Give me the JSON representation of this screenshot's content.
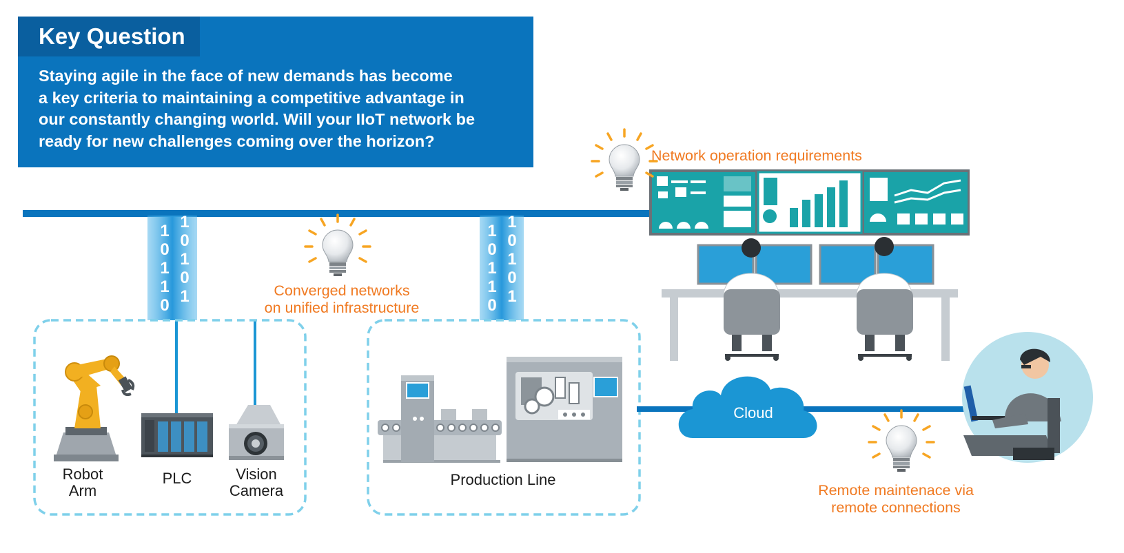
{
  "key_question": {
    "title": "Key Question",
    "body_lines": [
      "Staying agile in the face of new demands has become",
      "a key criteria to maintaining a competitive advantage in",
      "our constantly changing world. Will your IIoT network be",
      "ready for new challenges coming over the horizon?"
    ]
  },
  "callouts": {
    "network_ops": "Network operation requirements",
    "converged": [
      "Converged networks",
      "on unified infrastructure"
    ],
    "remote": [
      "Remote maintenace via",
      "remote connections"
    ]
  },
  "devices": {
    "robot": [
      "Robot",
      "Arm"
    ],
    "plc": "PLC",
    "camera": [
      "Vision",
      "Camera"
    ],
    "production_line": "Production Line",
    "cloud": "Cloud"
  },
  "binary": {
    "col_a": [
      "1",
      "0",
      "1",
      "1",
      "0"
    ],
    "col_b": [
      "1",
      "0",
      "1",
      "0",
      "1"
    ]
  },
  "colors": {
    "primary_blue": "#0a74bd",
    "network_line": "#0a74bd",
    "accent_orange": "#f07a22",
    "cloud_blue": "#1b96d4",
    "teal_screen": "#1aa3a8",
    "dash_border": "#7fd0ea"
  }
}
